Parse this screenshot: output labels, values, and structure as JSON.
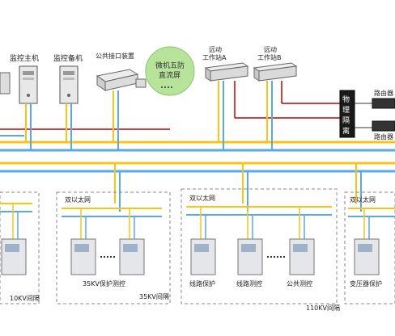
{
  "top_devices": {
    "monitor_main": "监控主机",
    "monitor_backup": "监控备机",
    "public_interface": "公共接口装置",
    "wufang_line1": "微机五防",
    "wufang_line2": "直流屏",
    "remote_a_line1": "远动",
    "remote_a_line2": "工作站A",
    "remote_b_line1": "远动",
    "remote_b_line2": "工作站B",
    "isolation": [
      "物",
      "理",
      "隔",
      "离"
    ],
    "router_1": "路由器",
    "router_2": "路由器"
  },
  "bays": [
    {
      "network": "",
      "devices": [],
      "bay_label": "10KV间隔"
    },
    {
      "network": "双以太网",
      "devices": [
        "35KV保护测控"
      ],
      "bay_label": "35KV间隔"
    },
    {
      "network": "双以太网",
      "devices": [
        "线路保护",
        "线路测控",
        "公共测控"
      ],
      "bay_label": "110KV间隔"
    },
    {
      "network": "双以太网",
      "devices": [
        "变压器保护"
      ],
      "bay_label": ""
    }
  ],
  "colors": {
    "yellow_bus": "#f5c518",
    "blue_bus": "#5aa9e6",
    "red_line": "#c00000",
    "cloud": "#b8e39a"
  }
}
